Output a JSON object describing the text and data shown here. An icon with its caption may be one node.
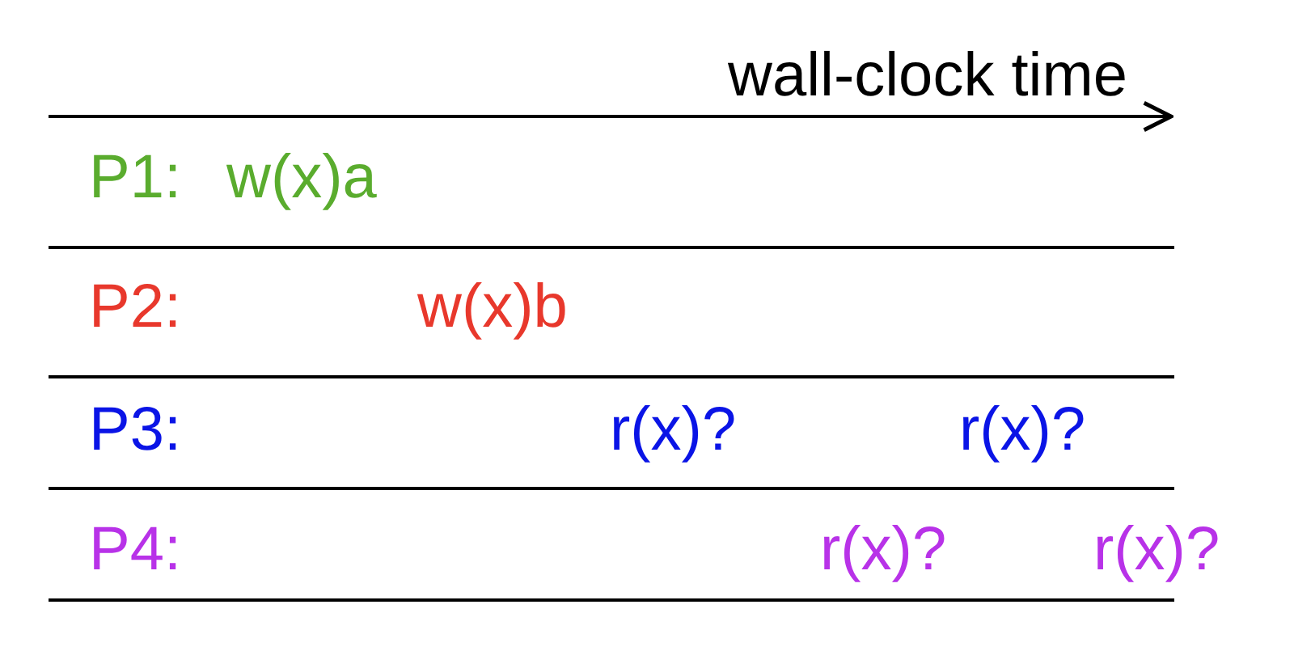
{
  "diagram": {
    "labels": [
      "wall-clock time",
      "P1:",
      "w(x)a",
      "P2:",
      "w(x)b",
      "P3:",
      "r(x)?",
      "r(x)?",
      "P4:",
      "r(x)?",
      "r(x)?"
    ]
  }
}
